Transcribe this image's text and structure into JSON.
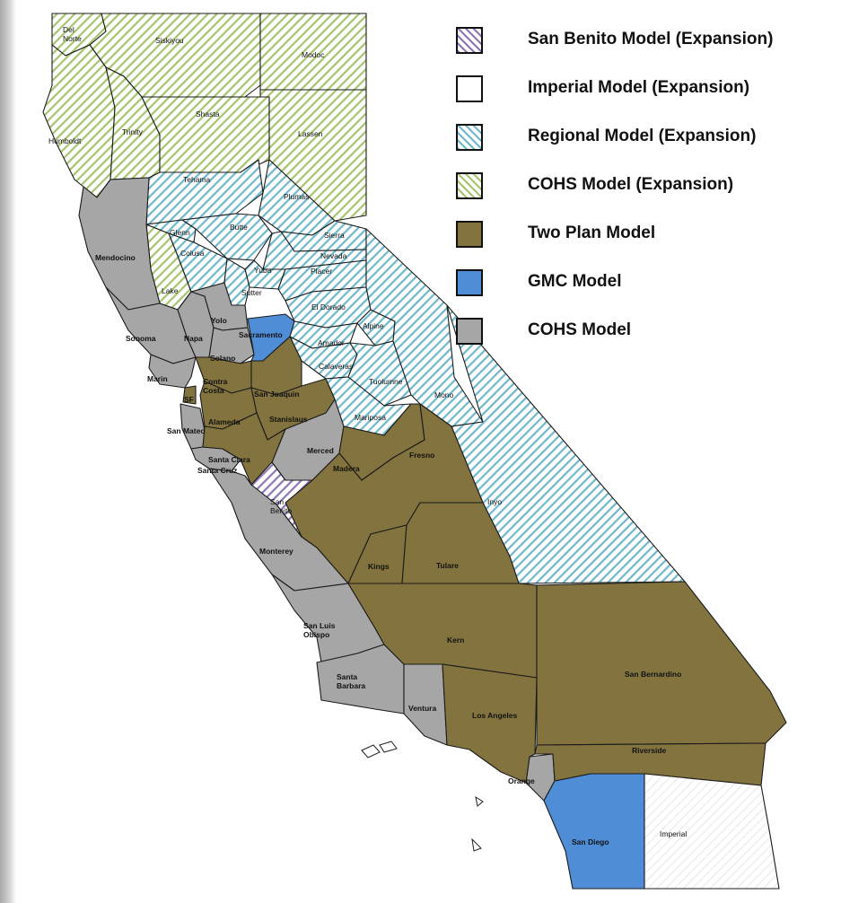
{
  "legend": {
    "items": [
      {
        "key": "sanbenito",
        "label": "San Benito Model (Expansion)",
        "color": "#8e76b5",
        "pattern": "hatched"
      },
      {
        "key": "imperial",
        "label": "Imperial Model (Expansion)",
        "color": "#ffffff",
        "pattern": "solid"
      },
      {
        "key": "regional",
        "label": "Regional Model (Expansion)",
        "color": "#6fb8cc",
        "pattern": "hatched"
      },
      {
        "key": "cohsexp",
        "label": "COHS Model (Expansion)",
        "color": "#a6c46e",
        "pattern": "hatched"
      },
      {
        "key": "twoplan",
        "label": "Two Plan Model",
        "color": "#83733e",
        "pattern": "solid"
      },
      {
        "key": "gmc",
        "label": "GMC Model",
        "color": "#4f8dd6",
        "pattern": "solid"
      },
      {
        "key": "cohs",
        "label": "COHS Model",
        "color": "#a6a6a6",
        "pattern": "solid"
      }
    ]
  },
  "counties": {
    "del_norte": {
      "label": "Del Norte",
      "model": "cohsexp"
    },
    "siskiyou": {
      "label": "Siskiyou",
      "model": "cohsexp"
    },
    "modoc": {
      "label": "Modoc",
      "model": "cohsexp"
    },
    "humboldt": {
      "label": "Humboldt",
      "model": "cohsexp"
    },
    "trinity": {
      "label": "Trinity",
      "model": "cohsexp"
    },
    "shasta": {
      "label": "Shasta",
      "model": "cohsexp"
    },
    "lassen": {
      "label": "Lassen",
      "model": "cohsexp"
    },
    "lake": {
      "label": "Lake",
      "model": "cohsexp"
    },
    "tehama": {
      "label": "Tehama",
      "model": "regional"
    },
    "plumas": {
      "label": "Plumas",
      "model": "regional"
    },
    "glenn": {
      "label": "Glenn",
      "model": "regional"
    },
    "butte": {
      "label": "Butte",
      "model": "regional"
    },
    "sierra": {
      "label": "Sierra",
      "model": "regional"
    },
    "nevada": {
      "label": "Nevada",
      "model": "regional"
    },
    "colusa": {
      "label": "Colusa",
      "model": "regional"
    },
    "yuba": {
      "label": "Yuba",
      "model": "regional"
    },
    "sutter": {
      "label": "Sutter",
      "model": "regional"
    },
    "placer": {
      "label": "Placer",
      "model": "regional"
    },
    "el_dorado": {
      "label": "El Dorado",
      "model": "regional"
    },
    "alpine": {
      "label": "Alpine",
      "model": "regional"
    },
    "amador": {
      "label": "Amador",
      "model": "regional"
    },
    "calaveras": {
      "label": "Calaveras",
      "model": "regional"
    },
    "tuolumne": {
      "label": "Tuolumne",
      "model": "regional"
    },
    "mono": {
      "label": "Mono",
      "model": "regional"
    },
    "mariposa": {
      "label": "Mariposa",
      "model": "regional"
    },
    "inyo": {
      "label": "Inyo",
      "model": "regional"
    },
    "mendocino": {
      "label": "Mendocino",
      "model": "cohs"
    },
    "sonoma": {
      "label": "Sonoma",
      "model": "cohs"
    },
    "napa": {
      "label": "Napa",
      "model": "cohs"
    },
    "yolo": {
      "label": "Yolo",
      "model": "cohs"
    },
    "solano": {
      "label": "Solano",
      "model": "cohs"
    },
    "marin": {
      "label": "Marin",
      "model": "cohs"
    },
    "san_mateo": {
      "label": "San Mateo",
      "model": "cohs"
    },
    "santa_cruz": {
      "label": "Santa Cruz",
      "model": "cohs"
    },
    "merced": {
      "label": "Merced",
      "model": "cohs"
    },
    "monterey": {
      "label": "Monterey",
      "model": "cohs"
    },
    "san_luis_obispo": {
      "label": "San Luis Obispo",
      "model": "cohs"
    },
    "santa_barbara": {
      "label": "Santa Barbara",
      "model": "cohs"
    },
    "ventura": {
      "label": "Ventura",
      "model": "cohs"
    },
    "orange": {
      "label": "Orange",
      "model": "cohs"
    },
    "sacramento": {
      "label": "Sacramento",
      "model": "gmc"
    },
    "san_diego": {
      "label": "San Diego",
      "model": "gmc"
    },
    "contra_costa": {
      "label": "Contra Costa",
      "model": "twoplan"
    },
    "sf": {
      "label": "SF",
      "model": "twoplan"
    },
    "alameda": {
      "label": "Alameda",
      "model": "twoplan"
    },
    "san_joaquin": {
      "label": "San Joaquin",
      "model": "twoplan"
    },
    "stanislaus": {
      "label": "Stanislaus",
      "model": "twoplan"
    },
    "santa_clara": {
      "label": "Santa Clara",
      "model": "twoplan"
    },
    "madera": {
      "label": "Madera",
      "model": "twoplan"
    },
    "fresno": {
      "label": "Fresno",
      "model": "twoplan"
    },
    "kings": {
      "label": "Kings",
      "model": "twoplan"
    },
    "tulare": {
      "label": "Tulare",
      "model": "twoplan"
    },
    "kern": {
      "label": "Kern",
      "model": "twoplan"
    },
    "los_angeles": {
      "label": "Los Angeles",
      "model": "twoplan"
    },
    "san_bernardino": {
      "label": "San Bernardino",
      "model": "twoplan"
    },
    "riverside": {
      "label": "Riverside",
      "model": "twoplan"
    },
    "san_benito": {
      "label": "San Benito",
      "model": "sanbenito"
    },
    "imperial": {
      "label": "Imperial",
      "model": "imperial"
    }
  }
}
